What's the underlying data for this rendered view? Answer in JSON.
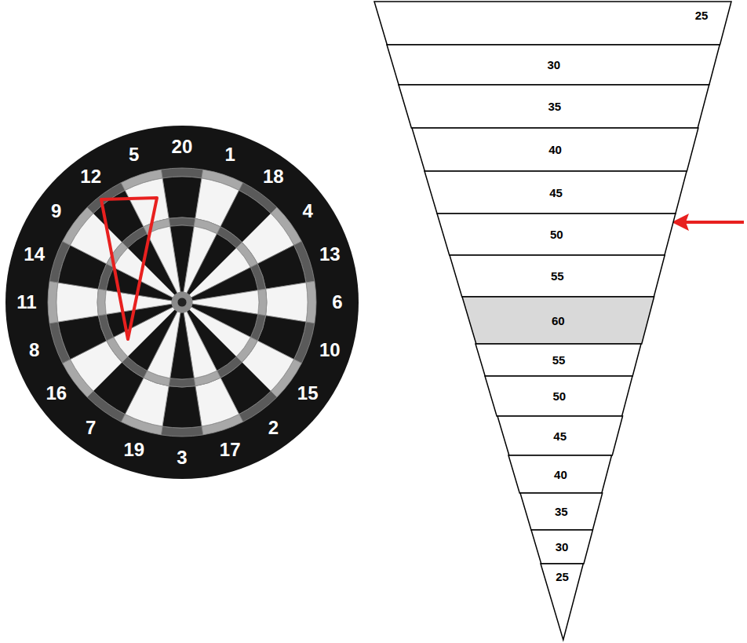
{
  "diagram": {
    "nodes": [
      {
        "text": [
          "25"
        ]
      },
      {
        "text": [
          "30"
        ]
      },
      {
        "text": [
          "35"
        ]
      },
      {
        "text": [
          "40"
        ]
      },
      {
        "text": [
          "45"
        ]
      },
      {
        "text": [
          "50"
        ]
      },
      {
        "text": [
          "55"
        ]
      },
      {
        "text": [
          "60"
        ]
      },
      {
        "text": [
          "55"
        ]
      },
      {
        "text": [
          "50"
        ]
      },
      {
        "text": [
          "45"
        ]
      },
      {
        "text": [
          "40"
        ]
      },
      {
        "text": [
          "35"
        ]
      },
      {
        "text": [
          "30"
        ]
      },
      {
        "text": [
          "25"
        ]
      }
    ],
    "labels": [
      "20",
      "1",
      "18",
      "4",
      "13",
      "6",
      "10",
      "15",
      "2",
      "17",
      "3",
      "19",
      "7",
      "16",
      "8",
      "11",
      "14",
      "9",
      "12",
      "5"
    ]
  }
}
